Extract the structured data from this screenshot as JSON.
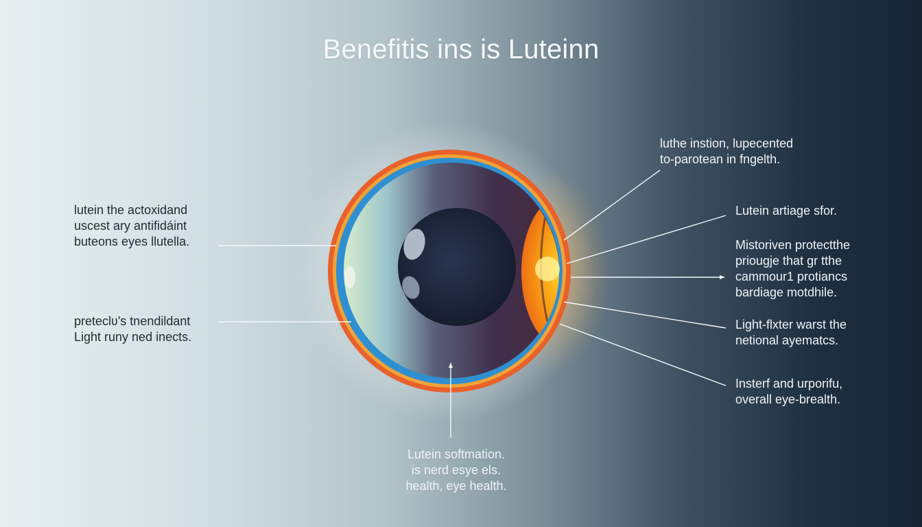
{
  "title": "Benefitis ins is Luteinn",
  "callouts": {
    "left_top": [
      "lutein the actoxidand",
      "uscest ary antifidáint",
      "buteons eyes llutella."
    ],
    "left_bottom": [
      "preteclʋ's tnendildant",
      "Light runy ned inects."
    ],
    "bottom": [
      "Lutein softmation.",
      "is nerd esye els.",
      "health, eye health."
    ],
    "right_1": [
      "luthe instion, lupecented",
      "to-parotean in fngelth."
    ],
    "right_2": [
      "Lutein artiage sfor."
    ],
    "right_3": [
      "Mistoriven protectthe",
      "priougje that gr tthe",
      "cammour1 protiancs",
      "bardiage motdhile."
    ],
    "right_4": [
      "Light-flxter warst the",
      "netional ayematcs."
    ],
    "right_5": [
      "Insterf and urporifu,",
      "overall eye-brealth."
    ]
  },
  "colors": {
    "outer_ring": "#e8612a",
    "inner_ring": "#2f8fd0",
    "macula": "#f7961c",
    "pupil": "#1b2436",
    "iris": "#3a3050"
  }
}
